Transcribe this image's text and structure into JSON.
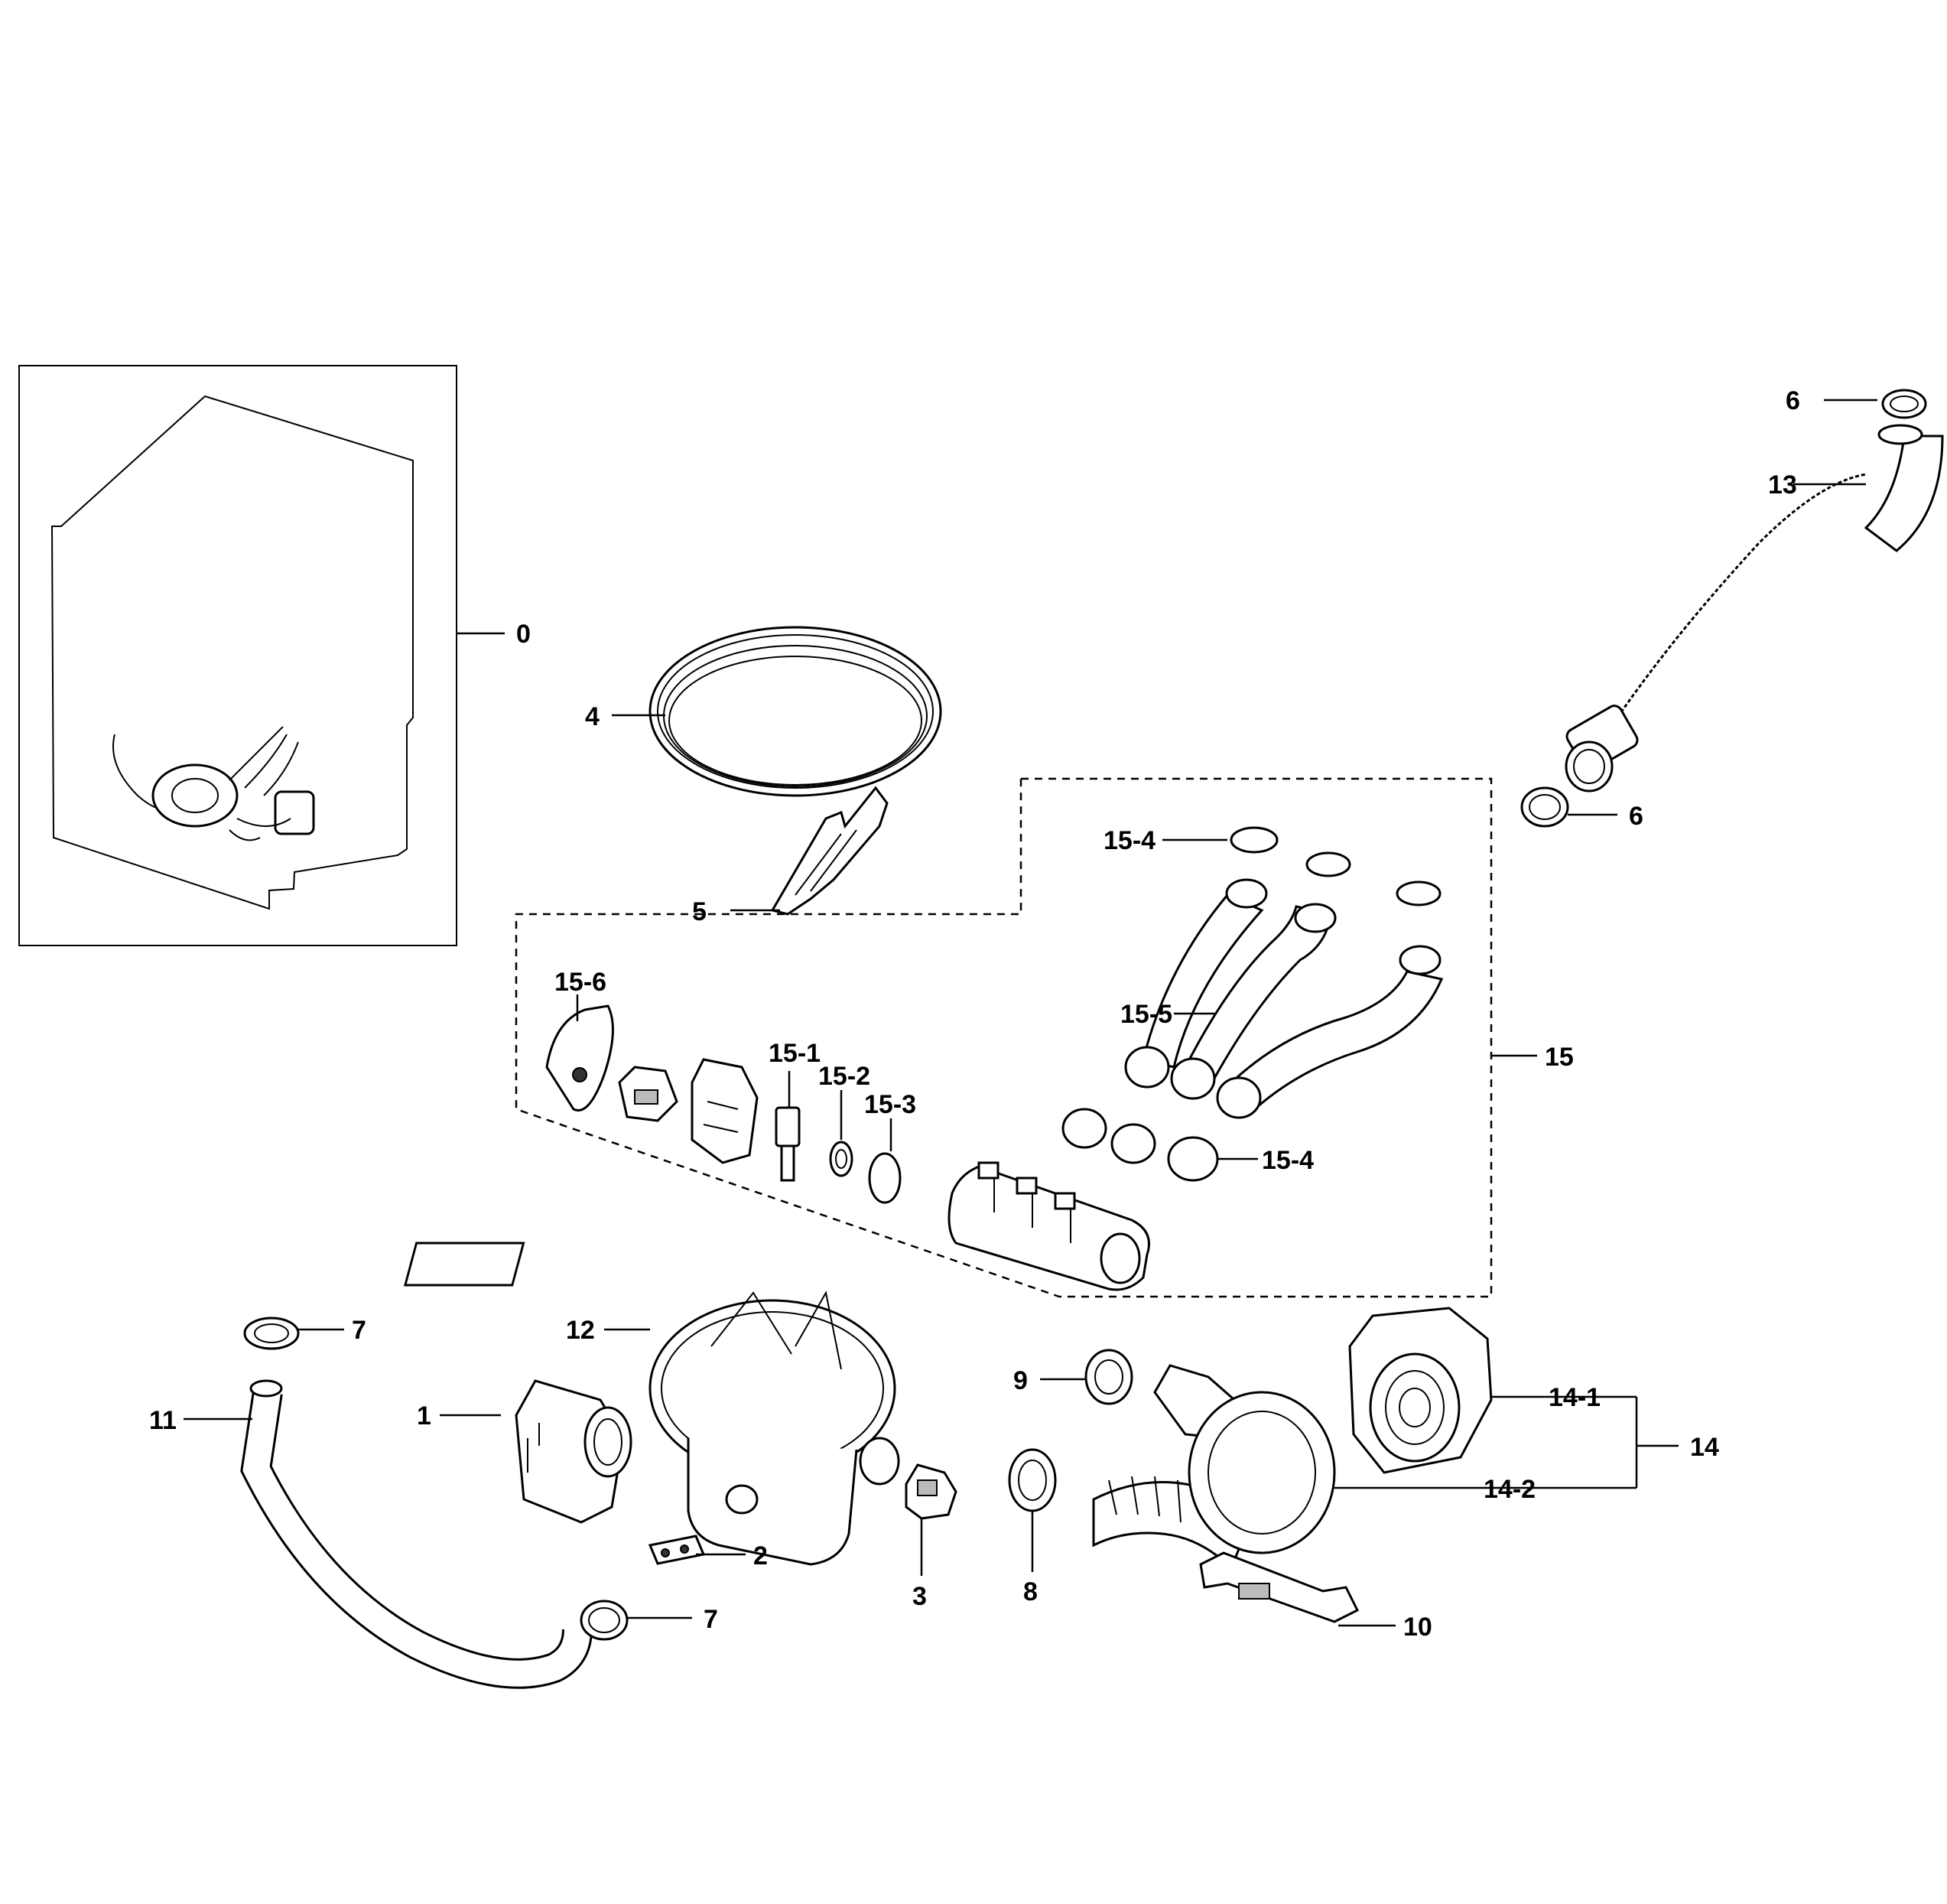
{
  "labels": {
    "l0": "0",
    "l1": "1",
    "l2": "2",
    "l3": "3",
    "l4": "4",
    "l5": "5",
    "l6a": "6",
    "l6b": "6",
    "l7a": "7",
    "l7b": "7",
    "l8": "8",
    "l9": "9",
    "l10": "10",
    "l11": "11",
    "l12": "12",
    "l13": "13",
    "l14": "14",
    "l14_1": "14-1",
    "l14_2": "14-2",
    "l15": "15",
    "l15_1": "15-1",
    "l15_2": "15-2",
    "l15_3": "15-3",
    "l15_4a": "15-4",
    "l15_4b": "15-4",
    "l15_5": "15-5",
    "l15_6": "15-6"
  }
}
